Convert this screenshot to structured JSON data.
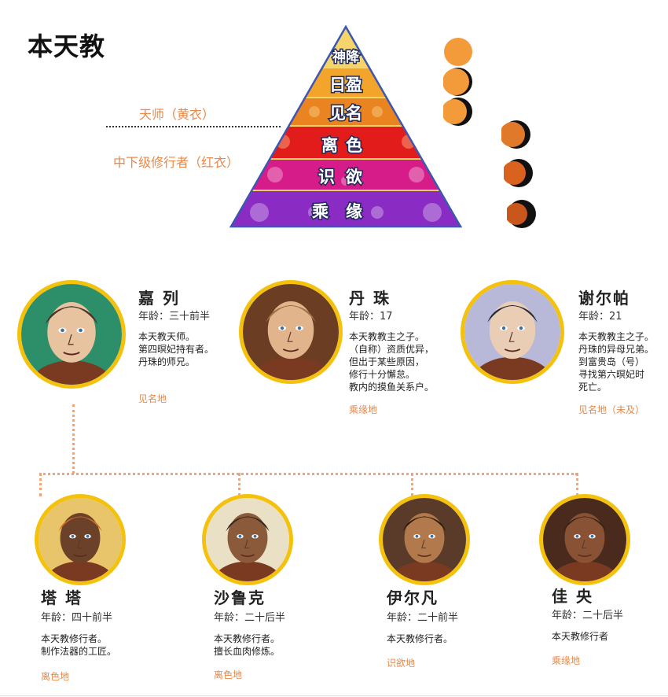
{
  "title": "本天教",
  "ranks": {
    "upper": "天师（黄衣）",
    "lower": "中下级修行者（红衣）"
  },
  "tiers": [
    {
      "label": "神降",
      "color": "#f4d46b"
    },
    {
      "label": "日盈",
      "color": "#f3a42a"
    },
    {
      "label": "见名",
      "color": "#e98420"
    },
    {
      "label": "离色",
      "color": "#e21b1b"
    },
    {
      "label": "识欲",
      "color": "#d61c88"
    },
    {
      "label": "乘缘",
      "color": "#8a2bc4"
    }
  ],
  "moons": [
    {
      "phase": "full"
    },
    {
      "phase": "waning-slight"
    },
    {
      "phase": "waning-more"
    },
    {
      "phase": "waning-half"
    },
    {
      "phase": "waning-crescent"
    },
    {
      "phase": "thin-crescent"
    }
  ],
  "people": [
    {
      "id": "jialie",
      "name": "嘉 列",
      "age": "年龄：三十前半",
      "desc": [
        "本天教天师。",
        "第四暝妃持有者。",
        "丹珠的师兄。"
      ],
      "loc": "见名地",
      "skin": "#e7c3a0",
      "hair": "#4a3325",
      "bg": "#2c8f6a"
    },
    {
      "id": "danzhu",
      "name": "丹 珠",
      "age": "年龄：17",
      "desc": [
        "本天教教主之子。",
        "（自称）资质优异，",
        "但出于某些原因，",
        "修行十分懈怠。",
        "教内的摸鱼关系户。"
      ],
      "loc": "乘缘地",
      "skin": "#e2b48c",
      "hair": "#9c6f45",
      "bg": "#6b3d22"
    },
    {
      "id": "xieerpa",
      "name": "谢尔帕",
      "age": "年龄：21",
      "desc": [
        "本天教教主之子。",
        "丹珠的异母兄弟。",
        "到富贵岛（号）",
        "寻找第六暝妃时",
        "死亡。"
      ],
      "loc": "见名地（未及）",
      "skin": "#e9cdb4",
      "hair": "#2a2a35",
      "bg": "#b8b8d8"
    },
    {
      "id": "tata",
      "name": "塔 塔",
      "age": "年龄：四十前半",
      "desc": [
        "本天教修行者。",
        "制作法器的工匠。"
      ],
      "loc": "离色地",
      "skin": "#6b4129",
      "hair": "#c76a2a",
      "bg": "#e8c46a"
    },
    {
      "id": "shaluke",
      "name": "沙鲁克",
      "age": "年龄：二十后半",
      "desc": [
        "本天教修行者。",
        "擅长血肉修炼。"
      ],
      "loc": "离色地",
      "skin": "#8a5a3a",
      "hair": "#2e2420",
      "bg": "#e9e0c6"
    },
    {
      "id": "yierfan",
      "name": "伊尔凡",
      "age": "年龄：二十前半",
      "desc": [
        "本天教修行者。"
      ],
      "loc": "识欲地",
      "skin": "#b27a4c",
      "hair": "#2a1a10",
      "bg": "#5a3a28"
    },
    {
      "id": "jiayang",
      "name": "佳 央",
      "age": "年龄：二十后半",
      "desc": [
        "本天教修行者"
      ],
      "loc": "乘缘地",
      "skin": "#8a5235",
      "hair": "#3a2418",
      "bg": "#4a2a1c"
    }
  ]
}
